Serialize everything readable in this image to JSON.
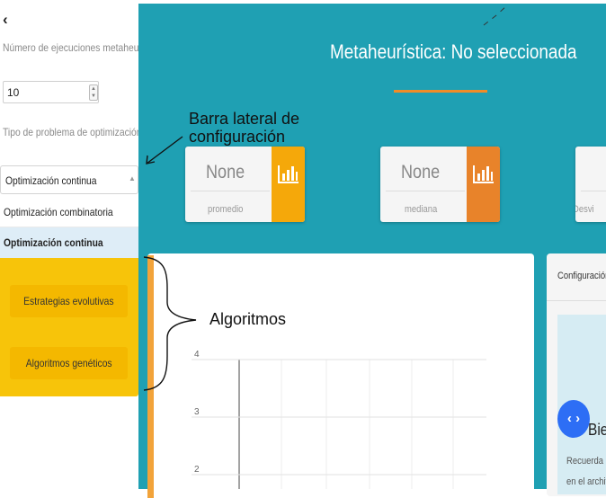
{
  "sidebar": {
    "back_glyph": "‹",
    "runs_label": "Número de ejecuciones metaheurística:",
    "runs_value": "10",
    "problem_label": "Tipo de problema de optimización:",
    "problem_select": {
      "selected": "Optimización continua",
      "options": [
        "Optimización combinatoria",
        "Optimización continua"
      ]
    },
    "algorithms": [
      "Estrategias evolutivas",
      "Algoritmos genéticos"
    ],
    "colors": {
      "algorithms_bg": "#f7c40a",
      "selected_option_bg": "#deedf7"
    }
  },
  "main": {
    "title": "Metaheurística: No seleccionada",
    "colors": {
      "background": "#1fa0b3",
      "accent": "#f08c28"
    },
    "stat_cards": [
      {
        "value": "None",
        "caption": "promedio",
        "icon": "bar-chart-icon",
        "color": "#f5a80a"
      },
      {
        "value": "None",
        "caption": "mediana",
        "icon": "bar-chart-icon",
        "color": "#e8832a"
      },
      {
        "value": "",
        "caption": "Desvi",
        "icon": "",
        "color": ""
      }
    ],
    "config_panel": {
      "title": "Configuración",
      "welcome_title": "Bie",
      "welcome_line_1": "Recuerda a",
      "welcome_line_2": "en el archiv"
    }
  },
  "chart_data": {
    "type": "line",
    "title": "",
    "xlabel": "",
    "ylabel": "",
    "y_ticks": [
      "4",
      "3",
      "2"
    ],
    "ylim": [
      1.5,
      4
    ],
    "grid": true,
    "series": []
  },
  "annotations": {
    "sidebar": "Barra lateral de configuración",
    "sidebar_line_1": "Barra lateral de",
    "sidebar_line_2": "configuración",
    "algorithms": "Algoritmos"
  }
}
